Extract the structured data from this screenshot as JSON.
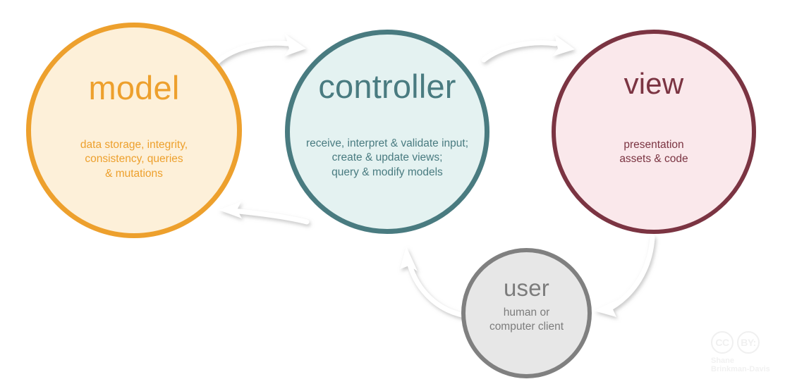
{
  "diagram": {
    "type": "mvc-architecture-flow",
    "background_color": "#ffffff",
    "nodes": [
      {
        "id": "model",
        "title": "model",
        "description": "data storage, integrity,\nconsistency, queries\n& mutations",
        "stroke_color": "#eda02d",
        "fill_color": "#fdf0d9"
      },
      {
        "id": "controller",
        "title": "controller",
        "description": "receive, interpret & validate input;\ncreate & update views;\nquery & modify models",
        "stroke_color": "#497b80",
        "fill_color": "#e4f2f1"
      },
      {
        "id": "view",
        "title": "view",
        "description": "presentation\nassets & code",
        "stroke_color": "#7b3442",
        "fill_color": "#fae8eb"
      },
      {
        "id": "user",
        "title": "user",
        "description": "human or\ncomputer client",
        "stroke_color": "#808080",
        "fill_color": "#e7e7e7"
      }
    ],
    "arrows": [
      {
        "id": "model-to-controller",
        "from": "model",
        "to": "controller",
        "direction": "right"
      },
      {
        "id": "controller-to-model",
        "from": "controller",
        "to": "model",
        "direction": "left"
      },
      {
        "id": "controller-to-view",
        "from": "controller",
        "to": "view",
        "direction": "right"
      },
      {
        "id": "view-to-user",
        "from": "view",
        "to": "user",
        "direction": "down-left"
      },
      {
        "id": "user-to-controller",
        "from": "user",
        "to": "controller",
        "direction": "up-left"
      }
    ],
    "arrow_color": "#ffffff"
  },
  "attribution": {
    "cc_label": "CC",
    "by_label": "BY:",
    "name_line1": "Shane",
    "name_line2": "Brinkman-Davis",
    "color": "#f0f0f0"
  }
}
